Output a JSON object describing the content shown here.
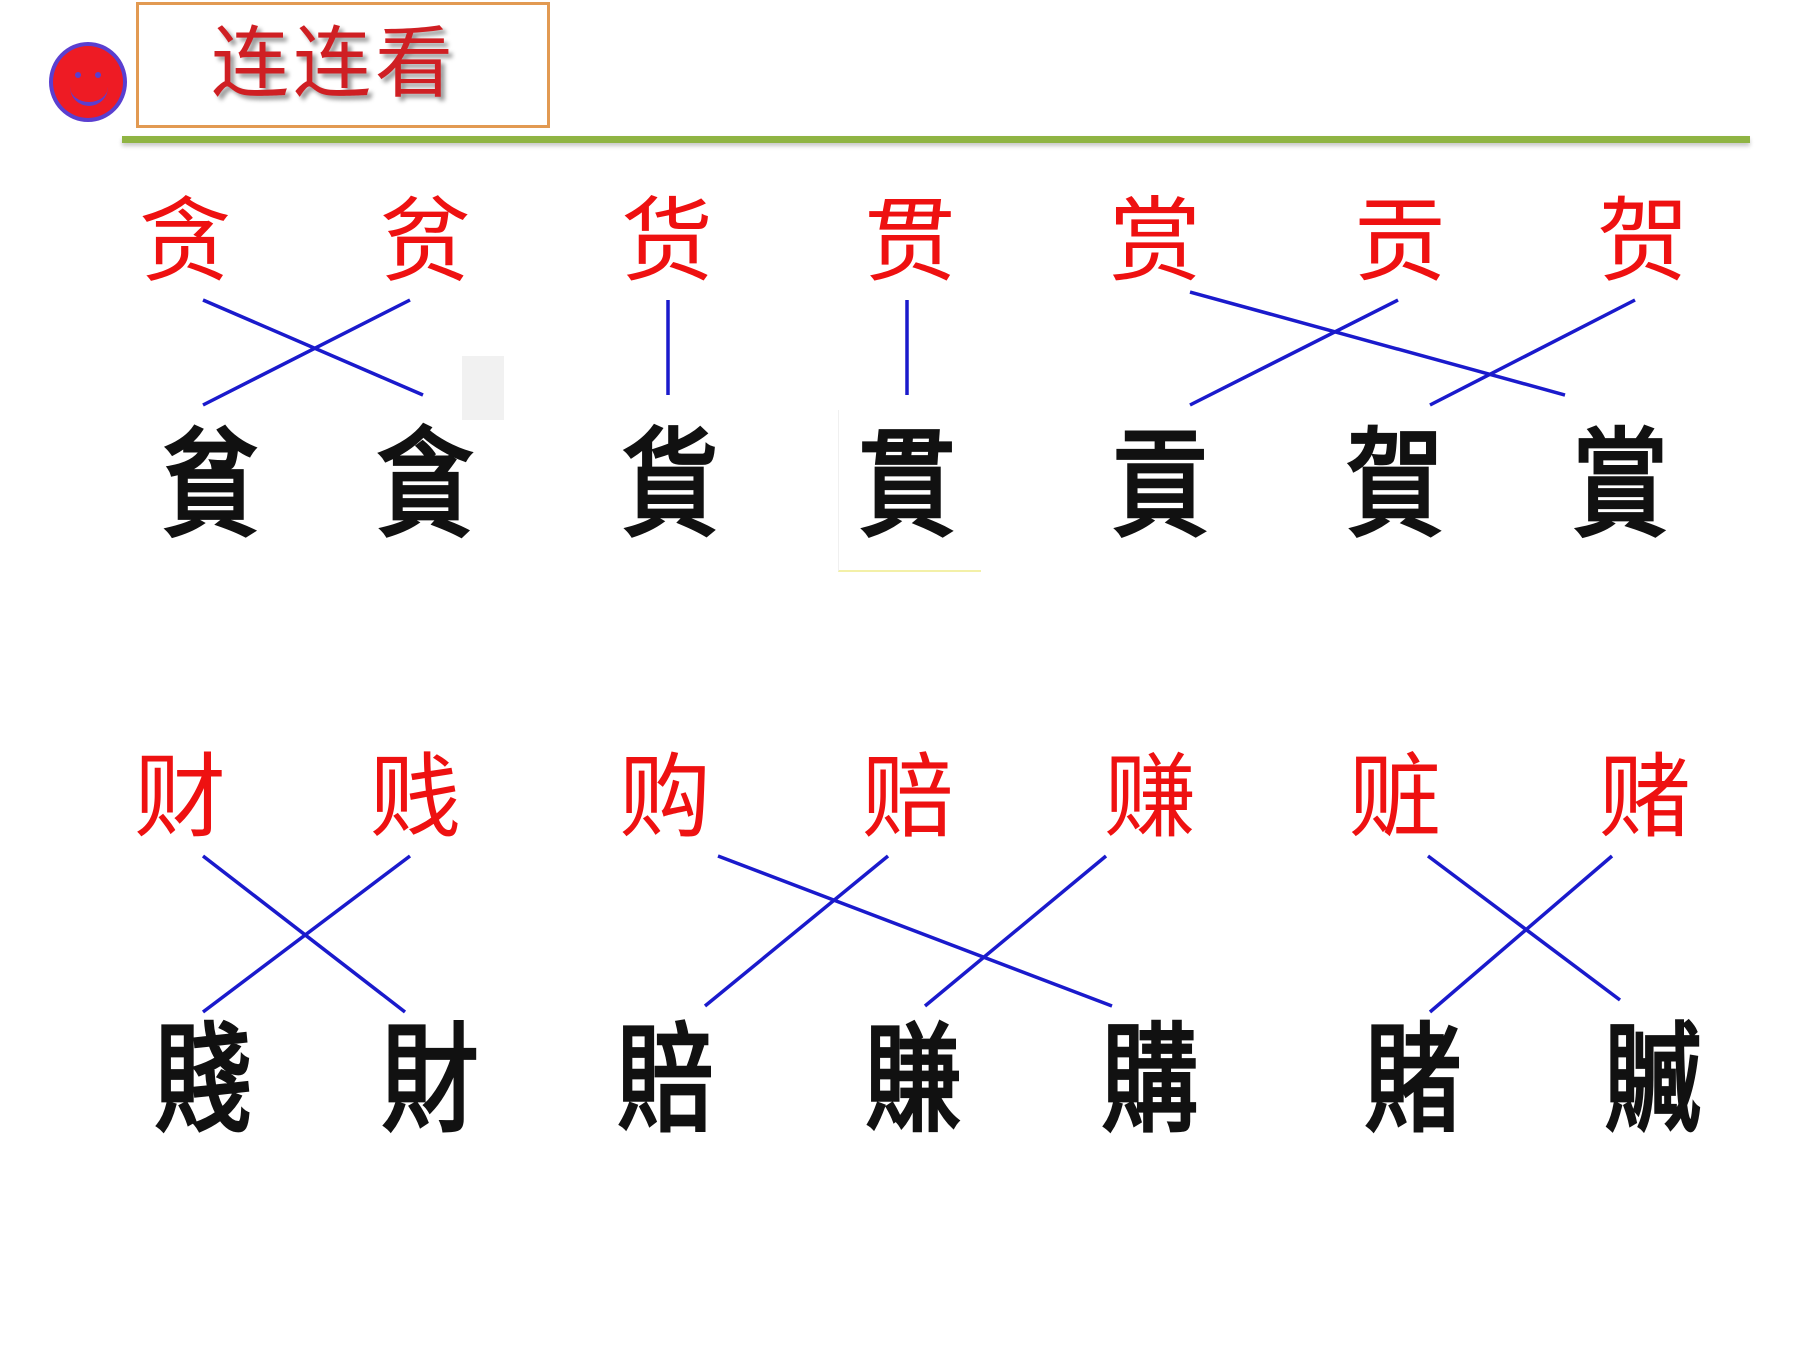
{
  "title": "连连看",
  "colors": {
    "modern_char": "#ee1111",
    "seal_char": "#111111",
    "line": "#1a1acc",
    "rule": "#8fb443"
  },
  "rows": [
    {
      "modern": [
        {
          "char": "贪"
        },
        {
          "char": "贫"
        },
        {
          "char": "货"
        },
        {
          "char": "贯"
        },
        {
          "char": "赏"
        },
        {
          "char": "贡"
        },
        {
          "char": "贺"
        }
      ],
      "seal": [
        {
          "char": "貧"
        },
        {
          "char": "貪"
        },
        {
          "char": "貨"
        },
        {
          "char": "貫"
        },
        {
          "char": "貢"
        },
        {
          "char": "賀"
        },
        {
          "char": "賞"
        }
      ],
      "matches": [
        [
          0,
          1
        ],
        [
          1,
          0
        ],
        [
          2,
          2
        ],
        [
          3,
          3
        ],
        [
          4,
          6
        ],
        [
          5,
          4
        ],
        [
          6,
          5
        ]
      ]
    },
    {
      "modern": [
        {
          "char": "财"
        },
        {
          "char": "贱"
        },
        {
          "char": "购"
        },
        {
          "char": "赔"
        },
        {
          "char": "赚"
        },
        {
          "char": "赃"
        },
        {
          "char": "赌"
        }
      ],
      "seal": [
        {
          "char": "賤"
        },
        {
          "char": "財"
        },
        {
          "char": "賠"
        },
        {
          "char": "賺"
        },
        {
          "char": "購"
        },
        {
          "char": "賭"
        },
        {
          "char": "贓"
        }
      ],
      "matches": [
        [
          0,
          1
        ],
        [
          1,
          0
        ],
        [
          2,
          4
        ],
        [
          3,
          2
        ],
        [
          4,
          3
        ],
        [
          5,
          6
        ],
        [
          6,
          5
        ]
      ]
    }
  ]
}
